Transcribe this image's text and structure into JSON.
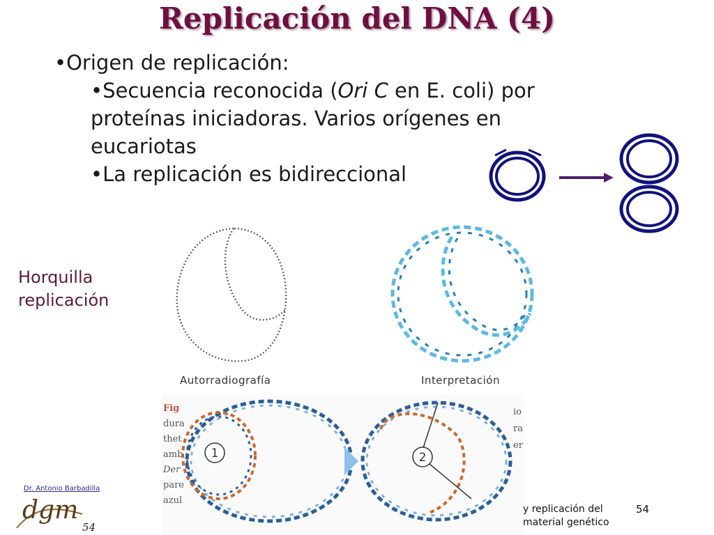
{
  "title": "Replicación del DNA (4)",
  "bullets": {
    "b1": "•Origen de replicación:",
    "b2_pre": "•Secuencia reconocida (",
    "b2_em": "Ori C",
    "b2_post": " en E. coli) por",
    "b2_line2": "proteínas iniciadoras. Varios orígenes en",
    "b2_line3": "eucariotas",
    "b3": "•La replicación es bidireccional"
  },
  "side_label": {
    "line1": "Horquilla",
    "line2": "replicación"
  },
  "captions": {
    "left": "Autorradiografía",
    "right": "Interpretación"
  },
  "figure_markers": {
    "m1": "1",
    "m2": "2"
  },
  "figure_side_text": [
    "Fig",
    "dura",
    "thet",
    "amb",
    "Der",
    "pare",
    "azul"
  ],
  "figure_right_text": [
    "io",
    "ra",
    "er"
  ],
  "footer": {
    "author": "Dr. Antonio Barbadilla",
    "logo": "dgm",
    "logo_number": "54",
    "text_line1": "y replicación del",
    "text_line2": "material genético",
    "slide_number": "54"
  },
  "colors": {
    "title": "#6d1040",
    "ring": "#12127a",
    "arrow": "#4b1f6e",
    "helix_light": "#5fb8e0",
    "helix_dark": "#2a7fb0"
  }
}
